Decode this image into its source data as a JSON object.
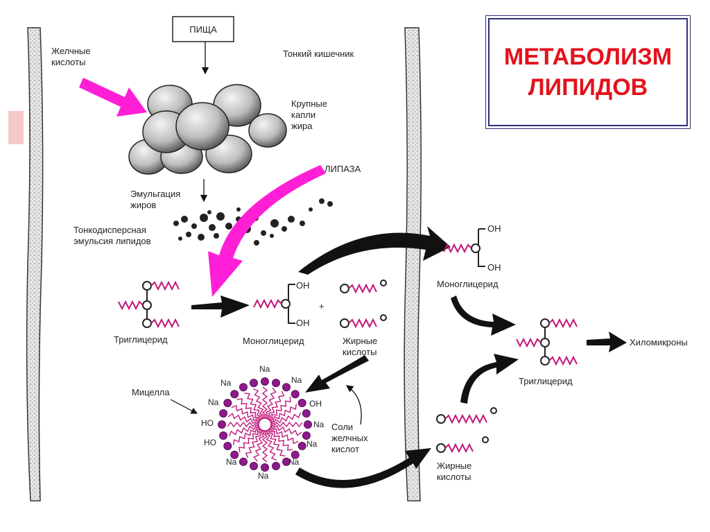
{
  "title": {
    "line1": "МЕТАБОЛИЗМ",
    "line2": "ЛИПИДОВ"
  },
  "labels": {
    "food": "ПИЩА",
    "bile_acids_1": "Желчные",
    "bile_acids_2": "кислоты",
    "small_intestine": "Тонкий кишечник",
    "fat_drops_1": "Крупные",
    "fat_drops_2": "капли",
    "fat_drops_3": "жира",
    "lipase": "ЛИПАЗА",
    "emulsification_1": "Эмульгация",
    "emulsification_2": "жиров",
    "fine_emulsion_1": "Тонкодисперсная",
    "fine_emulsion_2": "эмульсия липидов",
    "triglyceride": "Триглицерид",
    "monoglyceride": "Моноглицерид",
    "fatty_acids_1": "Жирные",
    "fatty_acids_2": "кислоты",
    "micelle": "Мицелла",
    "bile_salts_1": "Соли",
    "bile_salts_2": "желчных",
    "bile_salts_3": "кислот",
    "chylomicrons": "Хиломикроны",
    "oh": "OH",
    "ho": "HO",
    "na": "Na",
    "plus": "+"
  },
  "colors": {
    "title": "#e3121c",
    "frame": "#2b2f78",
    "magenta": "#ff1fd6",
    "chain": "#c2187a",
    "bead": "#8e1a8c"
  }
}
